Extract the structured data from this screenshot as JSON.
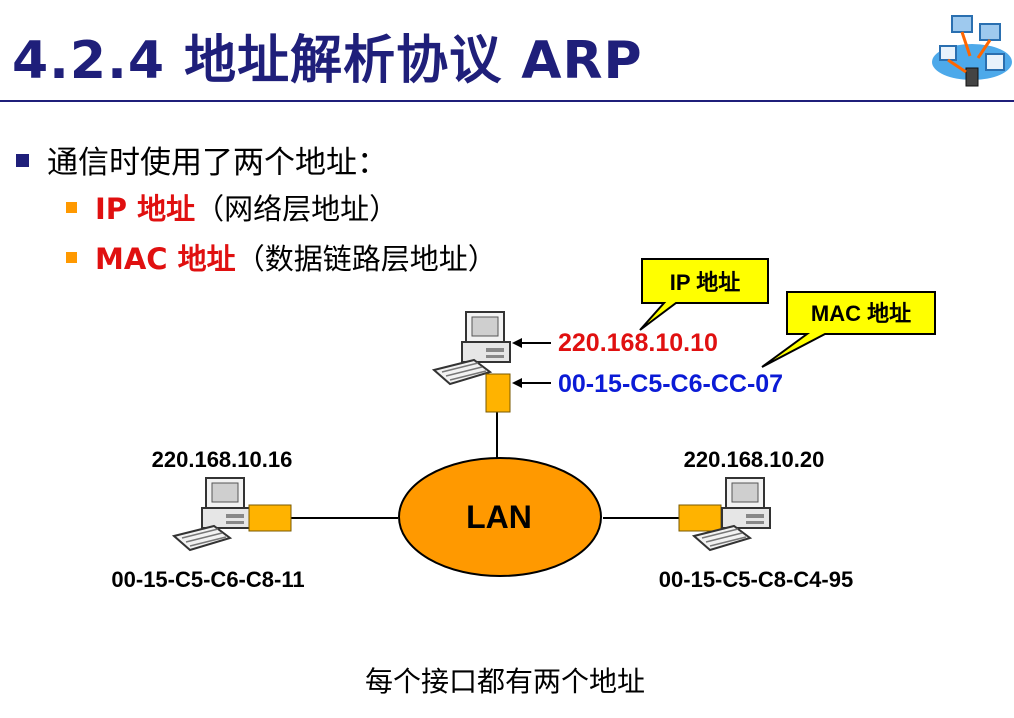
{
  "slide": {
    "title": "4.2.4  地址解析协议 ARP",
    "bullet": "通信时使用了两个地址：",
    "sub_items": [
      {
        "label": "IP 地址",
        "detail": "（网络层地址）"
      },
      {
        "label": "MAC 地址",
        "detail": "（数据链路层地址）"
      }
    ],
    "caption": "每个接口都有两个地址"
  },
  "diagram": {
    "center": "LAN",
    "callouts": {
      "ip": "IP 地址",
      "mac": "MAC 地址"
    },
    "hosts": {
      "top": {
        "ip": "220.168.10.10",
        "mac": "00-15-C5-C6-CC-07"
      },
      "left": {
        "ip": "220.168.10.16",
        "mac": "00-15-C5-C6-C8-11"
      },
      "right": {
        "ip": "220.168.10.20",
        "mac": "00-15-C5-C8-C4-95"
      }
    }
  },
  "colors": {
    "title": "#1f1f7a",
    "accent_red": "#e01010",
    "mac_blue": "#0b1bd6",
    "lan_orange": "#ff9900",
    "callout_yellow": "#ffff00",
    "interface_orange": "#ffb300"
  }
}
